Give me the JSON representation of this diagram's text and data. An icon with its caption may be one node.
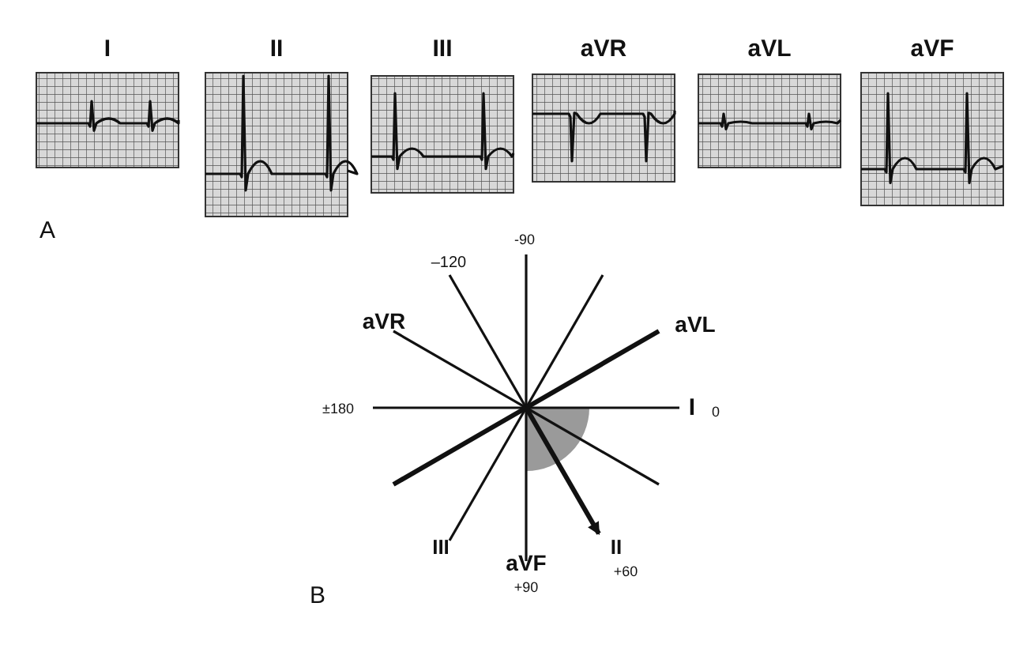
{
  "diagram": {
    "labels": [
      "I",
      "II",
      "III",
      "aVR",
      "aVL",
      "aVF",
      "A",
      "-90",
      "–120",
      "aVR",
      "aVL",
      "±180",
      "I",
      "0",
      "III",
      "aVF",
      "II",
      "+60",
      "+90",
      "B"
    ]
  }
}
